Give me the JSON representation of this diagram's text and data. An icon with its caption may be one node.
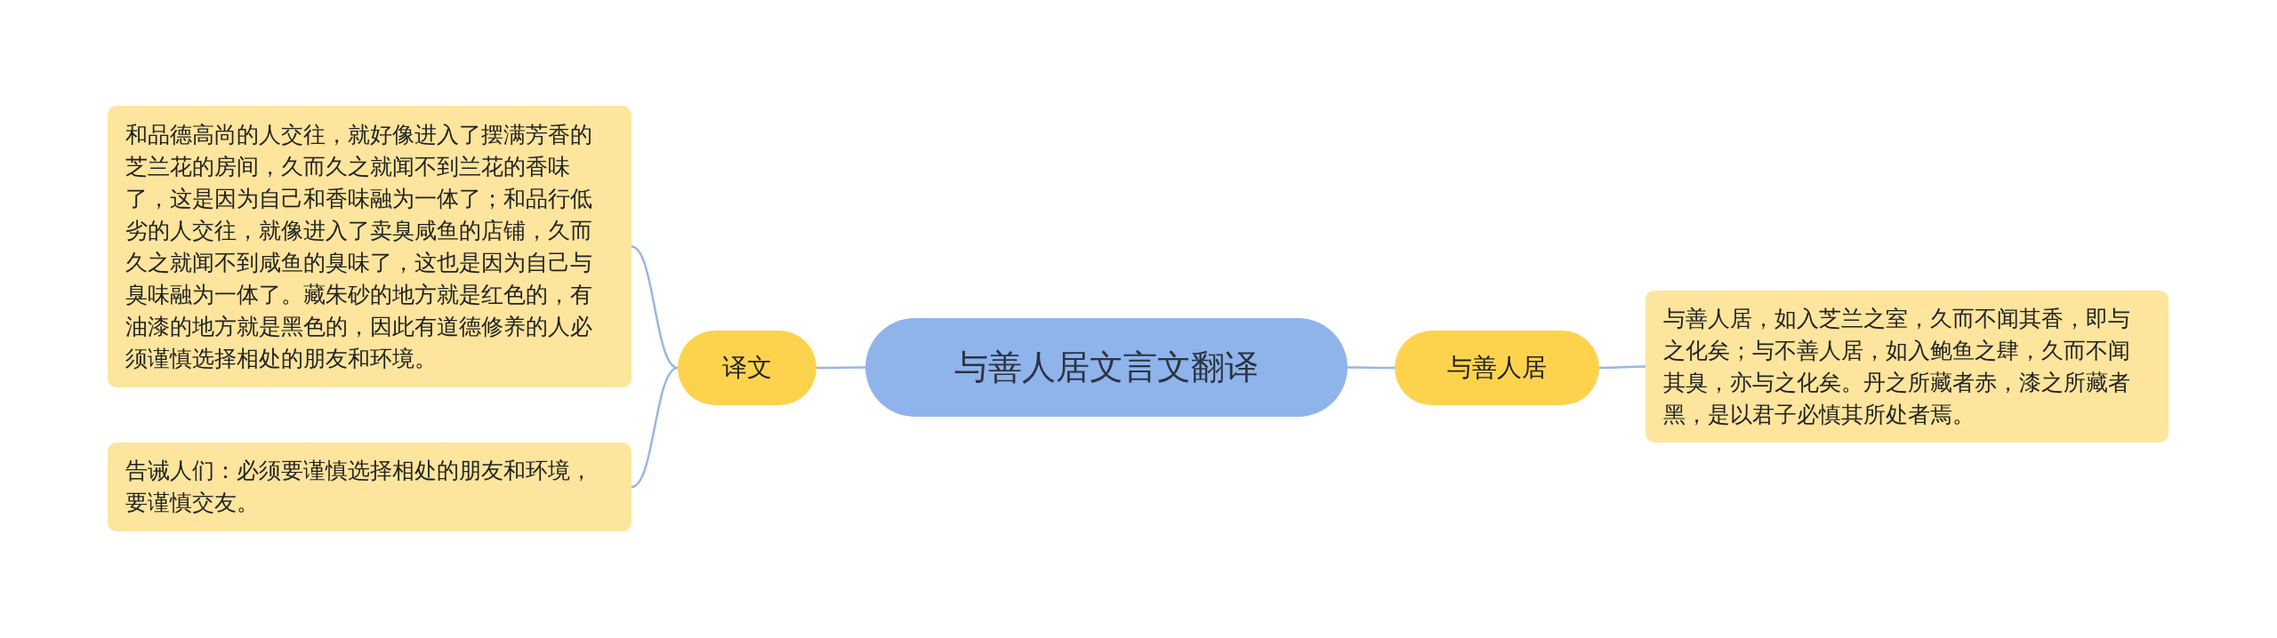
{
  "diagram": {
    "nodes": [
      {
        "text": [
          "与善人居文言文翻译"
        ]
      },
      {
        "text": [
          "译文"
        ]
      },
      {
        "text": [
          "和品德高尚的人交往，就好像进入了摆满芳香的芝兰花的房间，久而久之就闻不到兰花的香味了，这是因为自己和香味融为一体了；和品行低劣的人交往，就像进入了卖臭咸鱼的店铺，久而久之就闻不到咸鱼的臭味了，这也是因为自己与臭味融为一体了。藏朱砂的地方就是红色的，有油漆的地方就是黑色的，因此有道德修养的人必须谨慎选择相处的朋友和环境。"
        ]
      },
      {
        "text": [
          "告诫人们：必须要谨慎选择相处的朋友和环境，要谨慎交友。"
        ]
      },
      {
        "text": [
          "与善人居"
        ]
      },
      {
        "text": [
          "与善人居，如入芝兰之室，久而不闻其香，即与之化矣；与不善人居，如入鲍鱼之肆，久而不闻其臭，亦与之化矣。丹之所藏者赤，漆之所藏者黑，是以君子必慎其所处者焉。"
        ]
      }
    ],
    "edges": [
      {
        "from": 0,
        "to": 1,
        "arrow": "none"
      },
      {
        "from": 1,
        "to": 2,
        "arrow": "none"
      },
      {
        "from": 1,
        "to": 3,
        "arrow": "none"
      },
      {
        "from": 0,
        "to": 4,
        "arrow": "none"
      },
      {
        "from": 4,
        "to": 5,
        "arrow": "none"
      }
    ]
  }
}
